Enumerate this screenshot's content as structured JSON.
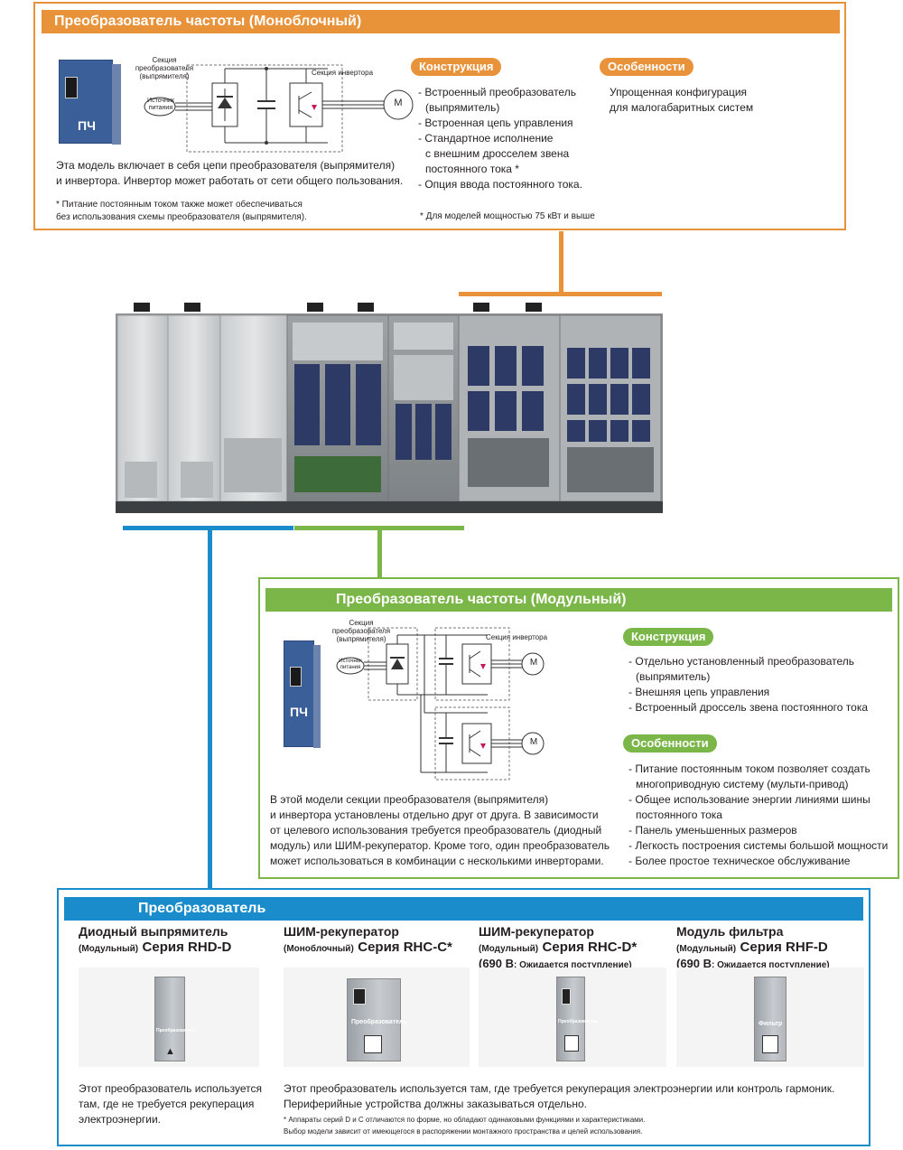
{
  "mono": {
    "title": "Преобразователь частоты (Моноблочный)",
    "device_label": "ПЧ",
    "diagram": {
      "rectifier_section": "Секция преобразователя (выпрямителя)",
      "inverter_section": "Секция инвертора",
      "power_source": "Источник питания",
      "motor": "M"
    },
    "desc_lines": [
      "Эта модель включает в себя цепи преобразователя (выпрямителя)",
      "и инвертора. Инвертор может работать от сети общего пользования."
    ],
    "note_lines": [
      "* Питание постоянным током также может обеспечиваться",
      "без использования схемы преобразователя (выпрямителя)."
    ],
    "construction_title": "Конструкция",
    "construction_items": [
      "- Встроенный преобразователь",
      "  (выпрямитель)",
      "- Встроенная цепь управления",
      "- Стандартное исполнение",
      "  с внешним дросселем звена",
      "  постоянного тока *",
      "- Опция ввода постоянного тока."
    ],
    "construction_note": "* Для моделей мощностью 75 кВт и выше",
    "features_title": "Особенности",
    "features_items": [
      "Упрощенная конфигурация",
      "для малогабаритных систем"
    ]
  },
  "modular": {
    "title": "Преобразователь частоты (Модульный)",
    "device_label": "ПЧ",
    "diagram": {
      "rectifier_section": "Секция преобразователя (выпрямителя)",
      "inverter_section": "Секция инвертора",
      "power_source": "Источник питания",
      "motor": "M"
    },
    "desc_lines": [
      "В этой модели секции преобразователя (выпрямителя)",
      "и инвертора установлены отдельно друг от друга. В зависимости",
      "от целевого использования требуется преобразователь (диодный",
      "модуль) или ШИМ-рекуператор. Кроме того, один преобразователь",
      "может использоваться в комбинации с несколькими инверторами."
    ],
    "construction_title": "Конструкция",
    "construction_items": [
      "- Отдельно установленный преобразователь",
      "  (выпрямитель)",
      "- Внешняя цепь управления",
      "- Встроенный дроссель звена постоянного тока"
    ],
    "features_title": "Особенности",
    "features_items": [
      "- Питание постоянным током позволяет создать",
      "  многоприводную систему (мульти-привод)",
      "- Общее использование энергии линиями шины",
      "  постоянного тока",
      "- Панель уменьшенных размеров",
      "- Легкость построения системы большой мощности",
      "- Более простое техническое обслуживание"
    ]
  },
  "converter": {
    "title": "Преобразователь",
    "products": [
      {
        "name": "Диодный выпрямитель",
        "sub": "(Модульный)",
        "series": "Серия RHD-D",
        "extra_v": "",
        "extra_txt": "",
        "device_label": "Преобразователь"
      },
      {
        "name": "ШИМ-рекуператор",
        "sub": "(Моноблочный)",
        "series": "Серия RHC-C*",
        "extra_v": "",
        "extra_txt": "",
        "device_label": "Преобразователь"
      },
      {
        "name": "ШИМ-рекуператор",
        "sub": "(Модульный)",
        "series": "Серия RHC-D*",
        "extra_v": "(690 В",
        "extra_txt": ": Ожидается поступление)",
        "device_label": "Преобразователь"
      },
      {
        "name": "Модуль фильтра",
        "sub": "(Модульный)",
        "series": "Серия RHF-D",
        "extra_v": "(690 В",
        "extra_txt": ": Ожидается поступление)",
        "device_label": "Фильтр"
      }
    ],
    "desc_left": [
      "Этот преобразователь используется",
      "там, где не требуется рекуперация",
      "электроэнергии."
    ],
    "desc_right": [
      "Этот преобразователь используется там, где требуется рекуперация электроэнергии или контроль гармоник.",
      "Периферийные устройства должны заказываться отдельно."
    ],
    "note_lines": [
      "* Аппараты серий D и C отличаются по форме, но обладают одинаковыми функциями и характеристиками.",
      "Выбор модели зависит от имеющегося в распоряжении монтажного пространства и целей использования."
    ]
  },
  "colors": {
    "orange": "#e8923a",
    "green": "#7ab648",
    "blue": "#1a8ccc",
    "navy_device": "#3b5f98"
  }
}
